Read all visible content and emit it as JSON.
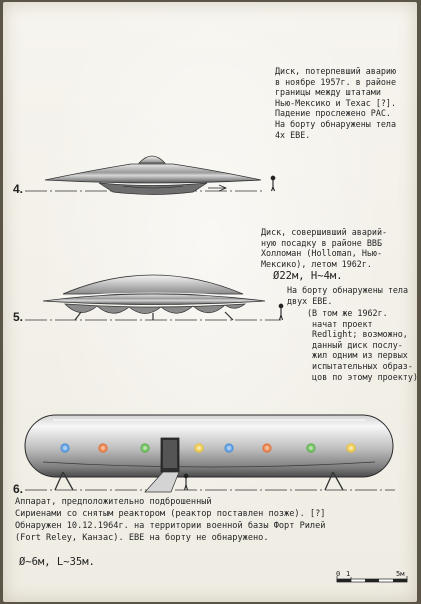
{
  "items": [
    {
      "number": "4.",
      "caption": "Диск, потерпевший аварию\nв ноябре 1957г. в районе\nграницы между штатами\nНью-Мексико и Техас [?].\nПадение прослежено PAC.\nНа борту обнаружены тела\n4х EBE."
    },
    {
      "number": "5.",
      "caption": "Диск, совершивший аварий-\nную посадку в районе ВВБ\nХолломан (Holloman, Нью-\nМексико), летом 1962г.",
      "dimensions": "Ø22м, Н~4м.",
      "caption_tail": "На борту обнаружены тела\nдвух EBE.",
      "aside": "(В том же 1962г.\n начат проект\n Redlight; возможно,\n данный диск послу-\n жил одним из первых\n испытательных образ-\n цов по этому проекту)"
    },
    {
      "number": "6.",
      "caption": "Аппарат, предположительно подброшенный\nСириенами со снятым реактором (реактор поставлен позже). [?]\nОбнаружен 10.12.1964г. на территории военной базы Форт Рилей\n(Fort Reley, Канзас). EBE на борту не обнаружено.",
      "dimensions": "Ø~6м, L~35м."
    }
  ],
  "scale": {
    "zero": "0",
    "one": "1",
    "five": "5м"
  },
  "colors": {
    "paper": "#f3f1ea",
    "ink": "#262626",
    "lights": [
      "#4a8fd6",
      "#e0703a",
      "#5ab04a",
      "#e8c23a",
      "#4a8fd6",
      "#e0703a",
      "#5ab04a",
      "#e8c23a"
    ]
  }
}
